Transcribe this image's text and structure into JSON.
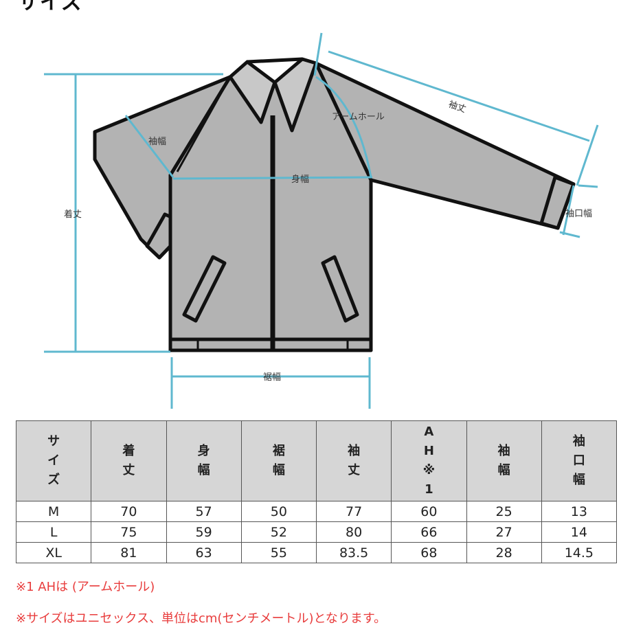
{
  "heading": "サイズ",
  "diagram_labels": {
    "sleeve_length": "袖丈",
    "armhole": "アームホール",
    "sleeve_width": "袖幅",
    "body_width": "身幅",
    "total_length": "着丈",
    "cuff_width": "袖口幅",
    "hem_width": "裾幅"
  },
  "colors": {
    "measure_line": "#5fb8cf",
    "garment_fill": "#b3b3b3",
    "note_text": "#e83c3c",
    "header_bg": "#d6d6d6"
  },
  "table": {
    "headers": [
      "サイズ",
      "着丈",
      "身幅",
      "裾幅",
      "袖丈",
      "AH※1",
      "袖幅",
      "袖口幅"
    ],
    "rows": [
      [
        "M",
        "70",
        "57",
        "50",
        "77",
        "60",
        "25",
        "13"
      ],
      [
        "L",
        "75",
        "59",
        "52",
        "80",
        "66",
        "27",
        "14"
      ],
      [
        "XL",
        "81",
        "63",
        "55",
        "83.5",
        "68",
        "28",
        "14.5"
      ]
    ]
  },
  "notes": {
    "note1": "※1 AHは (アームホール)",
    "note2": "※サイズはユニセックス、単位はcm(センチメートル)となります。"
  }
}
